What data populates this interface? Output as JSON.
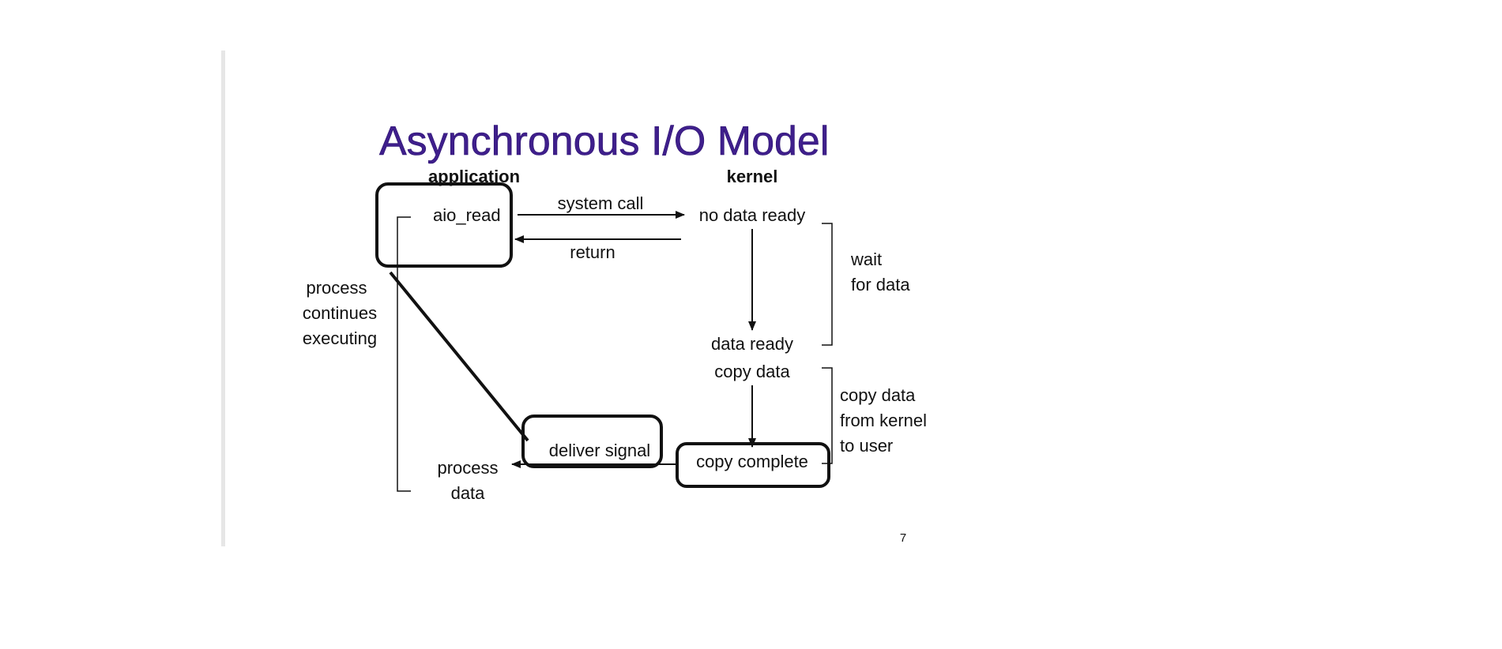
{
  "title": "Asynchronous I/O Model",
  "columns": {
    "application": "application",
    "kernel": "kernel"
  },
  "application": {
    "aio_read": "aio_read",
    "process_continues": [
      "process",
      "continues",
      "executing"
    ],
    "deliver_signal": "deliver signal",
    "process_data": [
      "process",
      "data"
    ]
  },
  "arrows": {
    "system_call": "system call",
    "return": "return"
  },
  "kernel": {
    "no_data_ready": "no data ready",
    "data_ready": "data ready",
    "copy_data": "copy data",
    "copy_complete": "copy complete"
  },
  "phases": {
    "wait": [
      "wait",
      "for data"
    ],
    "copy": [
      "copy data",
      "from kernel",
      "to user"
    ]
  },
  "page_number": "7"
}
